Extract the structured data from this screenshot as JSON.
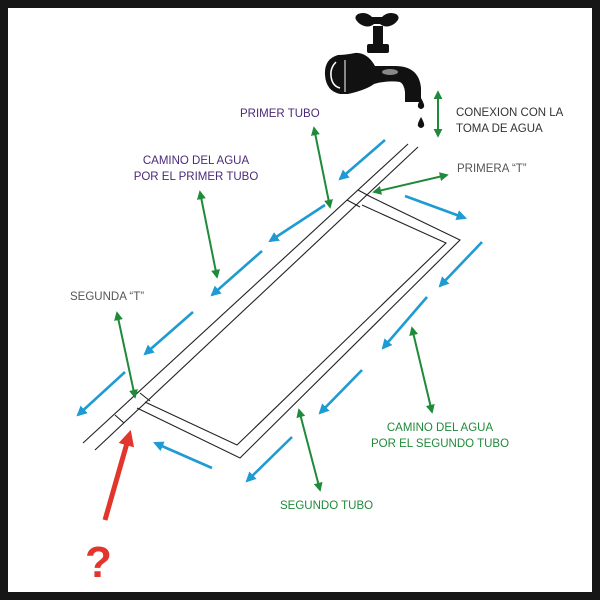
{
  "labels": {
    "primer_tubo": "PRIMER TUBO",
    "camino_primer": [
      "CAMINO DEL AGUA",
      "POR EL PRIMER TUBO"
    ],
    "segunda_t": "SEGUNDA “T”",
    "conexion": [
      "CONEXION CON LA",
      "TOMA DE AGUA"
    ],
    "primera_t": "PRIMERA “T”",
    "camino_segundo": [
      "CAMINO DEL AGUA",
      "POR EL SEGUNDO TUBO"
    ],
    "segundo_tubo": "SEGUNDO TUBO",
    "question": "?"
  },
  "colors": {
    "flow": "#1e9bd3",
    "pointer": "#1f8a3a",
    "question": "#e2352b",
    "purple_text": "#4b2a78"
  }
}
